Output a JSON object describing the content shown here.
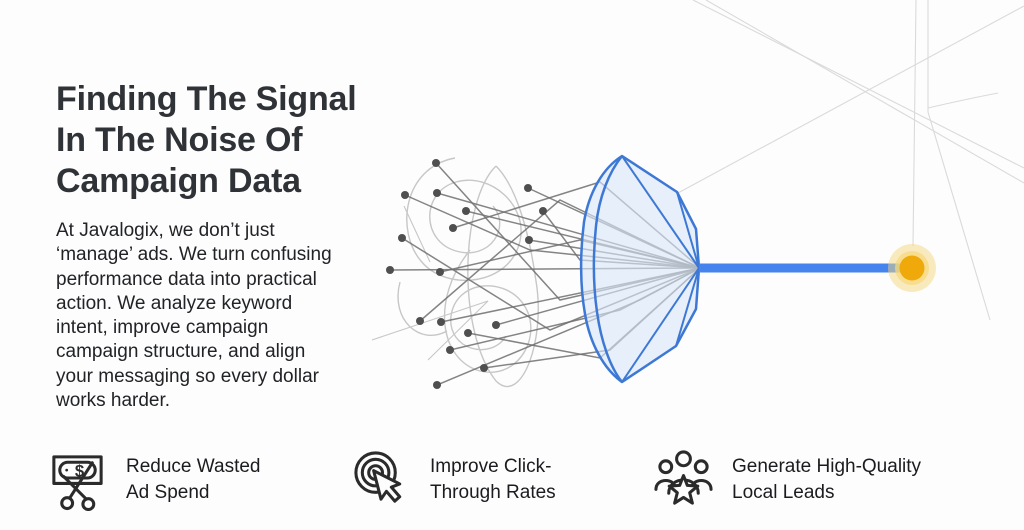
{
  "page": {
    "background": "#fdfdfd"
  },
  "hero": {
    "title_lines": [
      "Finding The Signal",
      "In The Noise Of",
      "Campaign Data"
    ],
    "body_lines": [
      "At Javalogix, we don’t just",
      "‘manage’ ads. We turn confusing",
      "performance data into practical",
      "action. We analyze keyword",
      "intent, improve campaign",
      "campaign structure, and align",
      "your messaging so every dollar",
      "works harder."
    ]
  },
  "features": [
    {
      "icon": "money-bill-scissors-icon",
      "currency_symbol": "$",
      "label_lines": [
        "Reduce Wasted",
        "Ad Spend"
      ]
    },
    {
      "icon": "cursor-click-target-icon",
      "label_lines": [
        "Improve Click-",
        "Through Rates"
      ]
    },
    {
      "icon": "people-group-star-icon",
      "label_lines": [
        "Generate High-Quality",
        "Local Leads"
      ]
    }
  ],
  "illustration": {
    "name": "noise-to-signal-funnel",
    "colors": {
      "lens_stroke": "#3d78d4",
      "lens_fill": "#d9e6f9",
      "signal_line": "#4583ef",
      "signal_dot_core": "#f0a90b",
      "signal_dot_glow": "#f6d87e",
      "noise_line": "#6f6f6f",
      "noise_dot": "#4f4f4f",
      "noise_scribble": "#c7c7c7",
      "decor_line": "#dadada"
    }
  }
}
